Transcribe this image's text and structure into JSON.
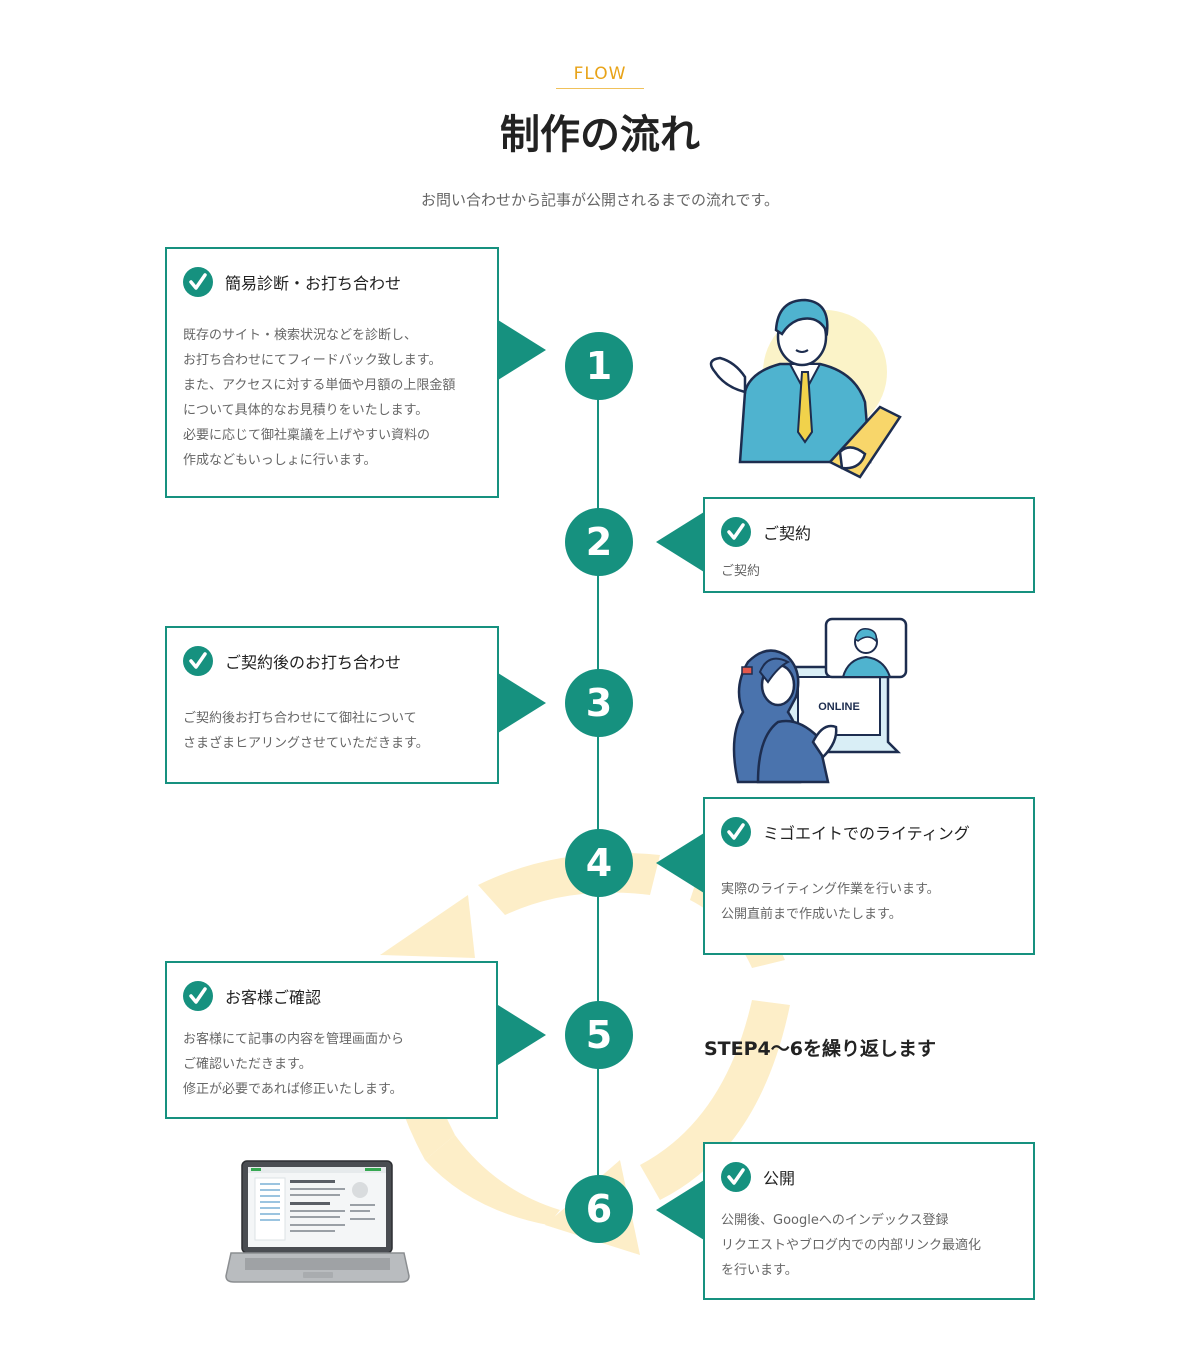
{
  "header": {
    "eyebrow": "FLOW",
    "title": "制作の流れ",
    "subtitle": "お問い合わせから記事が公開されるまでの流れです。"
  },
  "steps": [
    {
      "number": "1",
      "title": "簡易診断・お打ち合わせ",
      "body": "既存のサイト・検索状況などを診断し、\nお打ち合わせにてフィードバック致します。\nまた、アクセスに対する単価や月額の上限金額\nについて具体的なお見積りをいたします。\n必要に応じて御社稟議を上げやすい資料の\n作成などもいっしょに行います。"
    },
    {
      "number": "2",
      "title": "ご契約",
      "body": "ご契約"
    },
    {
      "number": "3",
      "title": "ご契約後のお打ち合わせ",
      "body": "ご契約後お打ち合わせにて御社について\nさまざまヒアリングさせていただきます。"
    },
    {
      "number": "4",
      "title": "ミゴエイトでのライティング",
      "body": "実際のライティング作業を行います。\n公開直前まで作成いたします。"
    },
    {
      "number": "5",
      "title": "お客様ご確認",
      "body": "お客様にて記事の内容を管理画面から\nご確認いただきます。\n修正が必要であれば修正いたします。"
    },
    {
      "number": "6",
      "title": "公開",
      "body": "公開後、Googleへのインデックス登録\nリクエストやブログ内での内部リンク最適化\nを行います。"
    }
  ],
  "repeat_note": "STEP4〜6を繰り返します",
  "illustration_online_label": "ONLINE",
  "colors": {
    "accent": "#16917f",
    "eyebrow": "#e8a318",
    "cycle": "#fdeec8"
  }
}
